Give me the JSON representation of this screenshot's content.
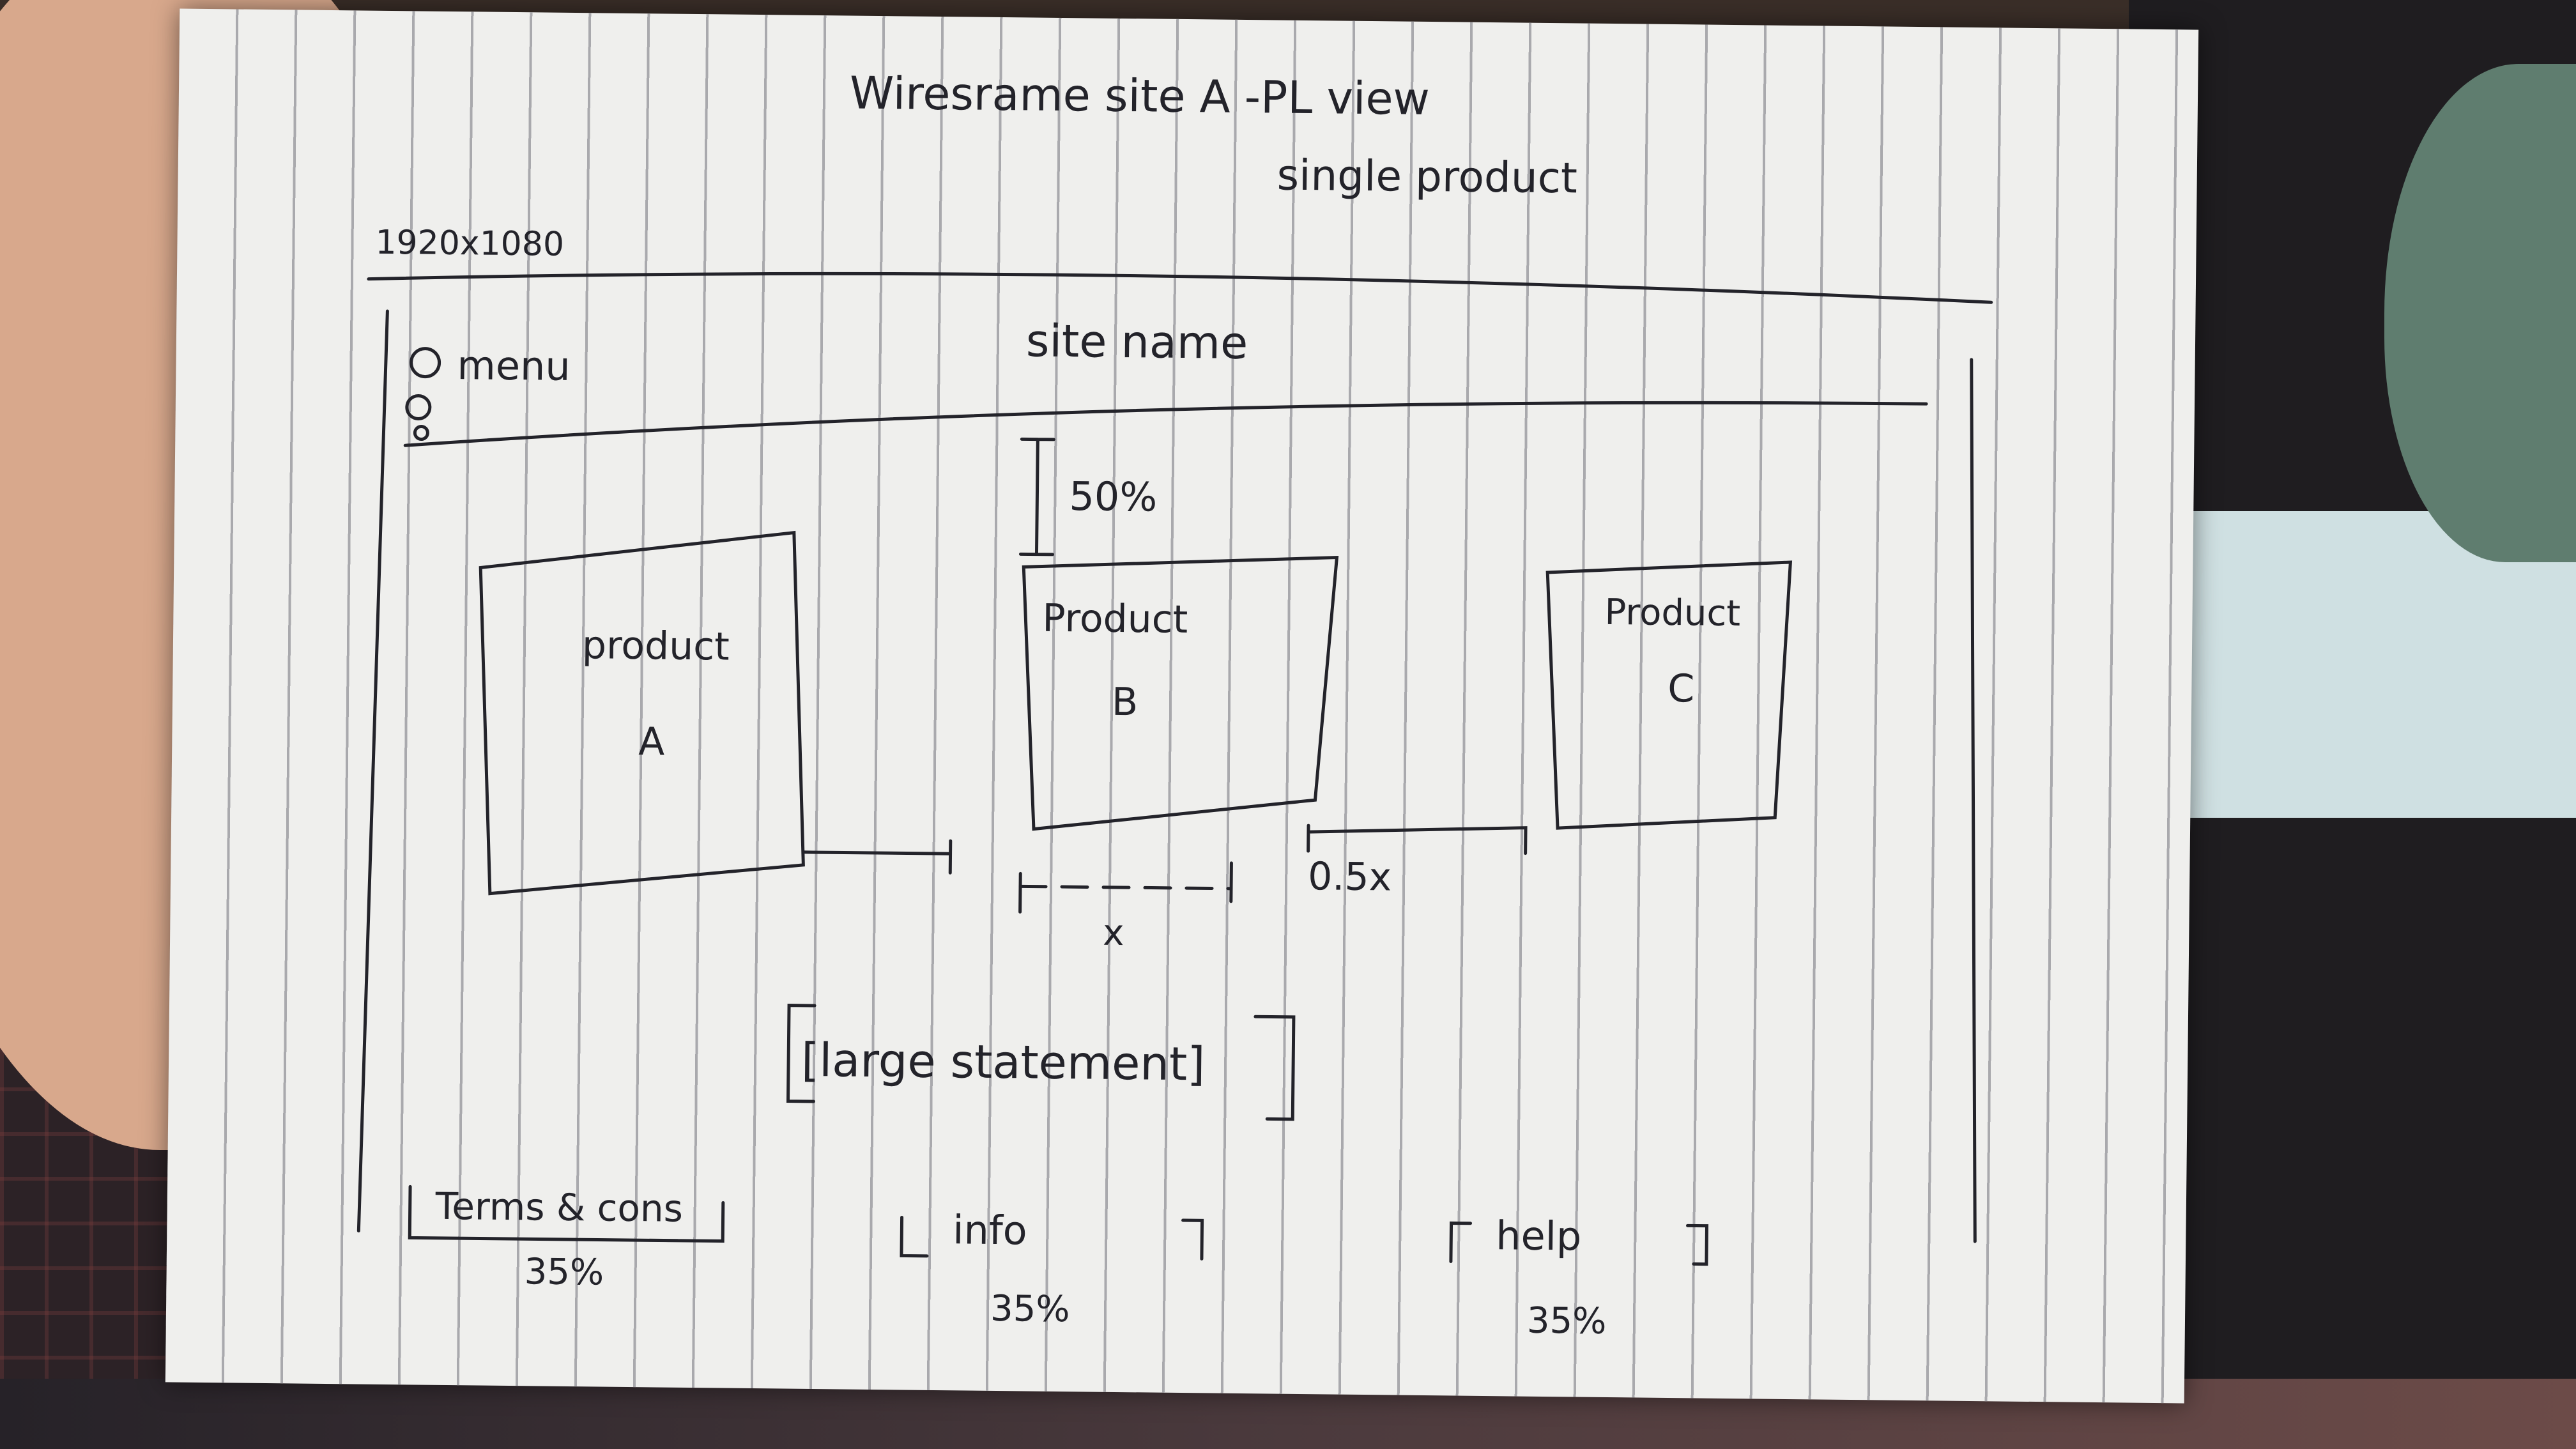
{
  "notes": {
    "title": "Wiresrame site A -PL view",
    "subtitle": "single product",
    "resolution": "1920x1080",
    "percent_top": "50%",
    "spacing_small": "x",
    "spacing_large": "0.5x"
  },
  "header": {
    "menu_label": "menu",
    "site_name": "site name"
  },
  "products": [
    {
      "line1": "product",
      "line2": "A"
    },
    {
      "line1": "Product",
      "line2": "B"
    },
    {
      "line1": "Product",
      "line2": "C"
    }
  ],
  "statement": "[large statement]",
  "footer": [
    {
      "label": "Terms & cons",
      "width": "35%"
    },
    {
      "label": "info",
      "width": "35%"
    },
    {
      "label": "help",
      "width": "35%"
    }
  ],
  "colors": {
    "ink": "#23232a",
    "paper": "#efefed",
    "rule": "#a9a9ad"
  }
}
